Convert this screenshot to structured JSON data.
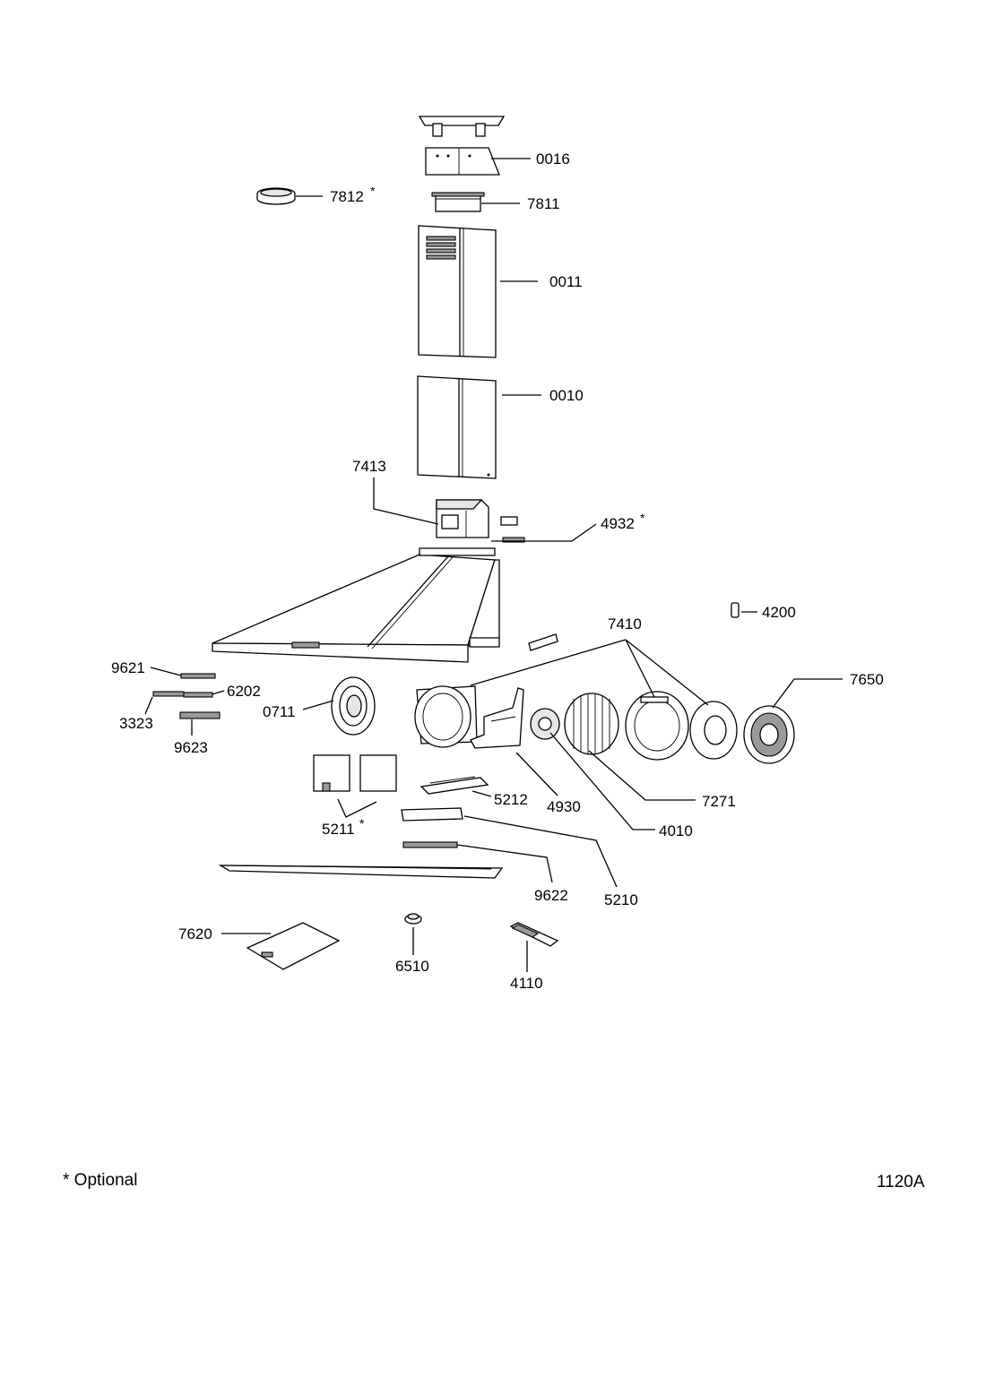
{
  "labels": {
    "p0016": "0016",
    "p7812": "7812",
    "p7811": "7811",
    "p0011": "0011",
    "p0010": "0010",
    "p7413": "7413",
    "p4932": "4932",
    "p4200": "4200",
    "p7410": "7410",
    "p7650": "7650",
    "p9621": "9621",
    "p6202": "6202",
    "p3323": "3323",
    "p9623": "9623",
    "p0711": "0711",
    "p5212": "5212",
    "p4930": "4930",
    "p7271": "7271",
    "p4010": "4010",
    "p5211": "5211",
    "p5210": "5210",
    "p9622": "9622",
    "p7620": "7620",
    "p6510": "6510",
    "p4110": "4110"
  },
  "asterisk": "*",
  "footnote": "* Optional",
  "drawing_code": "1120A"
}
